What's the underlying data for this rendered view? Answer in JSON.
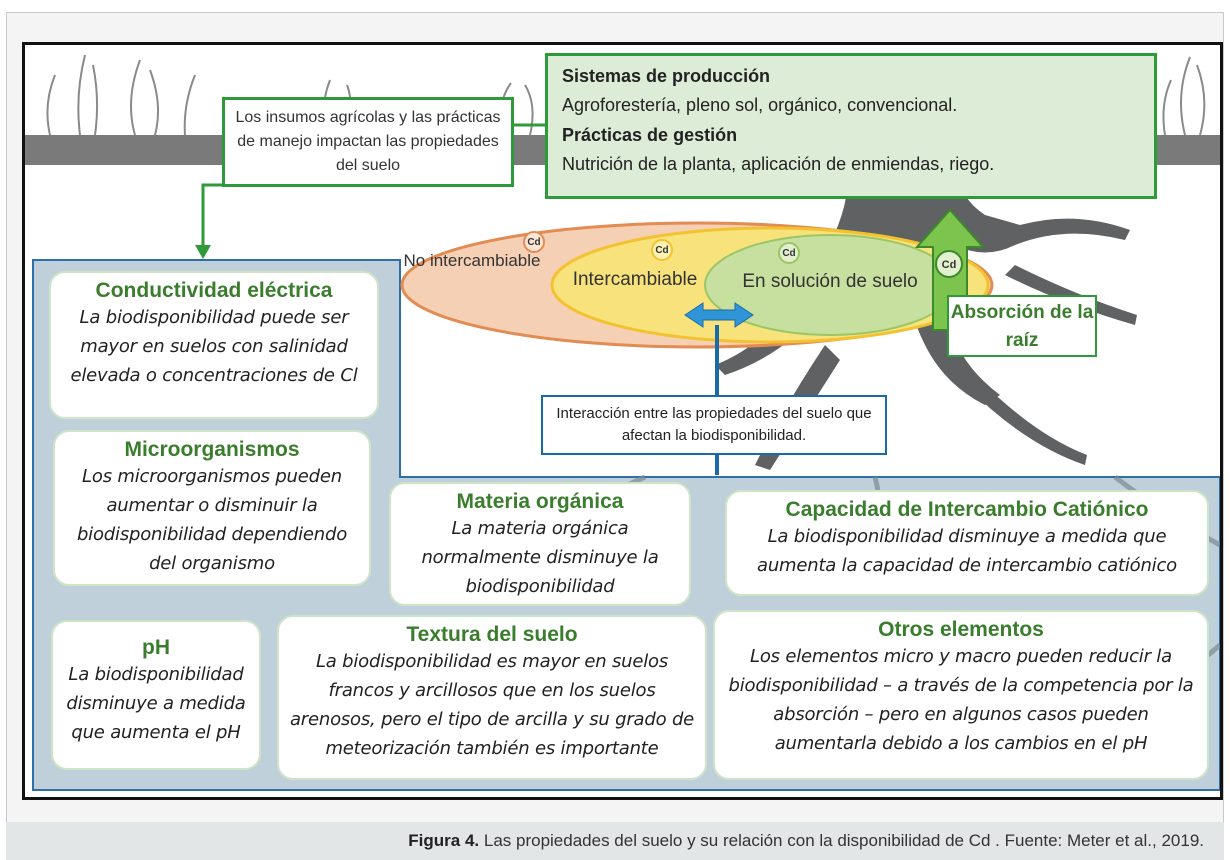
{
  "production": {
    "title": "Sistemas de producción",
    "text": "Agroforestería, pleno sol, orgánico, convencional.",
    "title2": "Prácticas de gestión",
    "text2": "Nutrición de la planta, aplicación de enmiendas, riego."
  },
  "inputs_note": "Los insumos agrícolas y las prácticas de manejo impactan las propiedades del suelo",
  "pools": {
    "outer": "No intercambiable",
    "middle": "Intercambiable",
    "inner": "En solución de suelo",
    "cd_label": "Cd"
  },
  "root_uptake": "Absorción de la raíz",
  "interaction_note": "Interacción entre las propiedades del suelo que afectan la biodisponibilidad.",
  "cards": {
    "conductividad": {
      "title": "Conductividad  eléctrica",
      "text": "La biodisponibilidad puede ser mayor en suelos con salinidad elevada o concentraciones de Cl"
    },
    "microorganismos": {
      "title": "Microorganismos",
      "text": "Los microorganismos pueden aumentar o disminuir la biodisponibilidad dependiendo del organismo"
    },
    "materia": {
      "title": "Materia orgánica",
      "text": "La materia orgánica normalmente disminuye la biodisponibilidad"
    },
    "cic": {
      "title": "Capacidad  de Intercambio Catiónico",
      "text": "La biodisponibilidad disminuye a medida que aumenta la capacidad de intercambio catiónico"
    },
    "ph": {
      "title": "pH",
      "text": "La biodisponibilidad disminuye a medida que aumenta el pH"
    },
    "textura": {
      "title": "Textura del suelo",
      "text": "La biodisponibilidad es mayor en suelos francos y arcillosos que en los suelos arenosos, pero el tipo de arcilla y su grado de meteorización también es importante"
    },
    "otros": {
      "title": "Otros elementos",
      "text": "Los elementos micro y macro pueden reducir la biodisponibilidad – a través de la competencia por la absorción – pero en algunos casos pueden aumentarla debido a los cambios en el pH"
    }
  },
  "caption": {
    "label": "Figura 4.",
    "text": "Las propiedades del suelo y su relación con la disponibilidad de Cd . Fuente: Meter et al., 2019."
  },
  "colors": {
    "green_border": "#2e9a3a",
    "title_green": "#3a7d2d",
    "soil_blue": "#bfd0da",
    "arrow_blue": "#2f95d6"
  }
}
